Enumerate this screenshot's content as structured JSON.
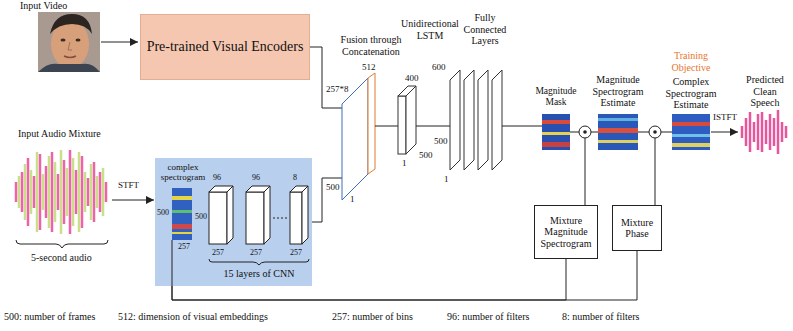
{
  "diagram": {
    "nodes": [
      {
        "text": [
          "Pre-trained Visual Encoders"
        ]
      },
      {
        "text": [
          "complex spectrogram",
          "15 layers of CNN"
        ]
      },
      {
        "text": [
          "Mixture Magnitude Spectrogram"
        ]
      },
      {
        "text": [
          "Mixture Phase"
        ]
      }
    ],
    "edges": [
      {
        "from": 1,
        "to": 2,
        "arrow": "none"
      },
      {
        "from": 1,
        "to": 3,
        "arrow": "none"
      }
    ],
    "labels": [
      "Input Video",
      "Input Audio Mixture",
      "5-second audio",
      "STFT",
      "500",
      "257",
      "96",
      "500",
      "257",
      "96",
      "257",
      "8",
      "257",
      "Fusion through Concatenation",
      "512",
      "257*8",
      "500",
      "1",
      "Unidirectional LSTM",
      "400",
      "500",
      "1",
      "Fully Connected Layers",
      "600",
      "500",
      "1",
      "Magnitude Mask",
      "Magnitude Spectrogram Estimate",
      "Training Objective",
      "Complex Spectrogram Estimate",
      "ISTFT",
      "Predicted Clean Speech",
      "500: number of frames",
      "512: dimension of visual embeddings",
      "257: number of bins",
      "96: number of filters",
      "8: number of filters"
    ]
  }
}
